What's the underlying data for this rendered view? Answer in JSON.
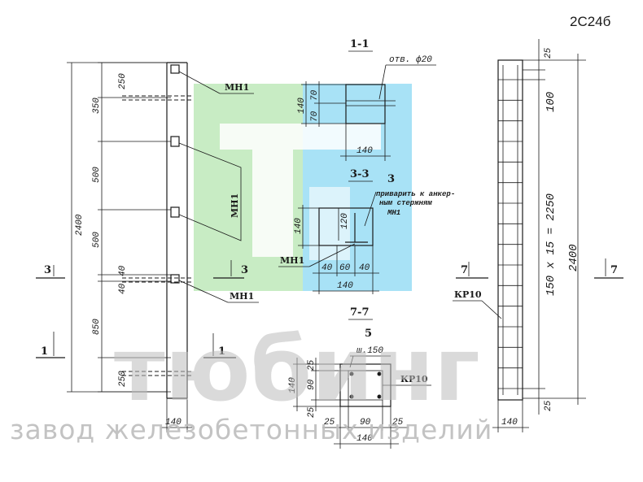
{
  "product_code": "2С24б",
  "watermark": {
    "brand": "тюбинг",
    "tagline": "завод железобетонных изделий"
  },
  "colors": {
    "logo_green": "#c8ecc4",
    "logo_blue": "#a8e2f6",
    "watermark_gray": "#bdbdbd",
    "ink": "#1a1a1a"
  },
  "elevation": {
    "overall_height": "2400",
    "segments": [
      "250",
      "350",
      "500",
      "500",
      "40",
      "40",
      "850",
      "250"
    ],
    "width": "140",
    "embedded_label_1": "МН1",
    "embedded_label_2": "МН1",
    "embedded_label_3": "МН1",
    "cut_left": "3",
    "cut_right": "3",
    "cut_bottom_left": "1",
    "cut_bottom_right": "1"
  },
  "section_1_1": {
    "title": "1-1",
    "hole_note": "отв. ф20",
    "dims": [
      "140",
      "70",
      "70"
    ],
    "width": "140"
  },
  "section_3_3": {
    "title": "3-3",
    "callout": "3",
    "note_line1": "приварить к анкер-",
    "note_line2": "ным стержням",
    "note_ref": "МН1",
    "left_label": "МН1",
    "height": "140",
    "inner_dim": "120",
    "bottom_dims": [
      "40",
      "60",
      "40"
    ],
    "width": "140"
  },
  "section_7_7": {
    "title": "7-7",
    "callout": "5",
    "stirrup_note": "ш.150",
    "label": "КР10",
    "left_dims": [
      "25",
      "90",
      "25"
    ],
    "height": "140",
    "bottom_dims": [
      "25",
      "90",
      "25"
    ],
    "width": "140"
  },
  "rebar_view": {
    "top_dim": "25",
    "spacing_first": "100",
    "spacing_note": "150 х 15 = 2250",
    "overall_height": "2400",
    "bottom_dim": "25",
    "width": "140",
    "label": "КР10",
    "cut_left": "7",
    "cut_right": "7"
  }
}
